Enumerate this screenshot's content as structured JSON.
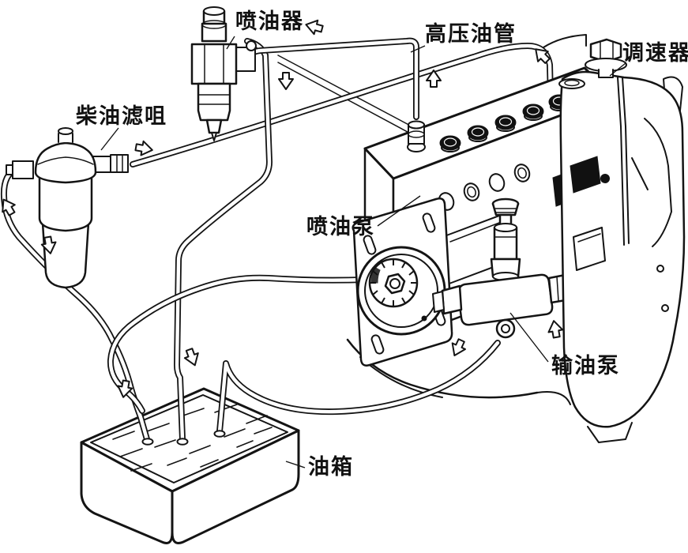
{
  "diagram": {
    "title": "diesel-fuel-system-cutaway-illustration",
    "labels": {
      "injector": "喷油器",
      "high_pressure_pipe": "高压油管",
      "governor": "调速器",
      "diesel_filter": "柴油滤咀",
      "injection_pump": "喷油泵",
      "transfer_pump": "输油泵",
      "fuel_tank": "油箱"
    },
    "colors": {
      "line": "#141414",
      "background": "#ffffff",
      "dark_fill": "#111111"
    }
  }
}
